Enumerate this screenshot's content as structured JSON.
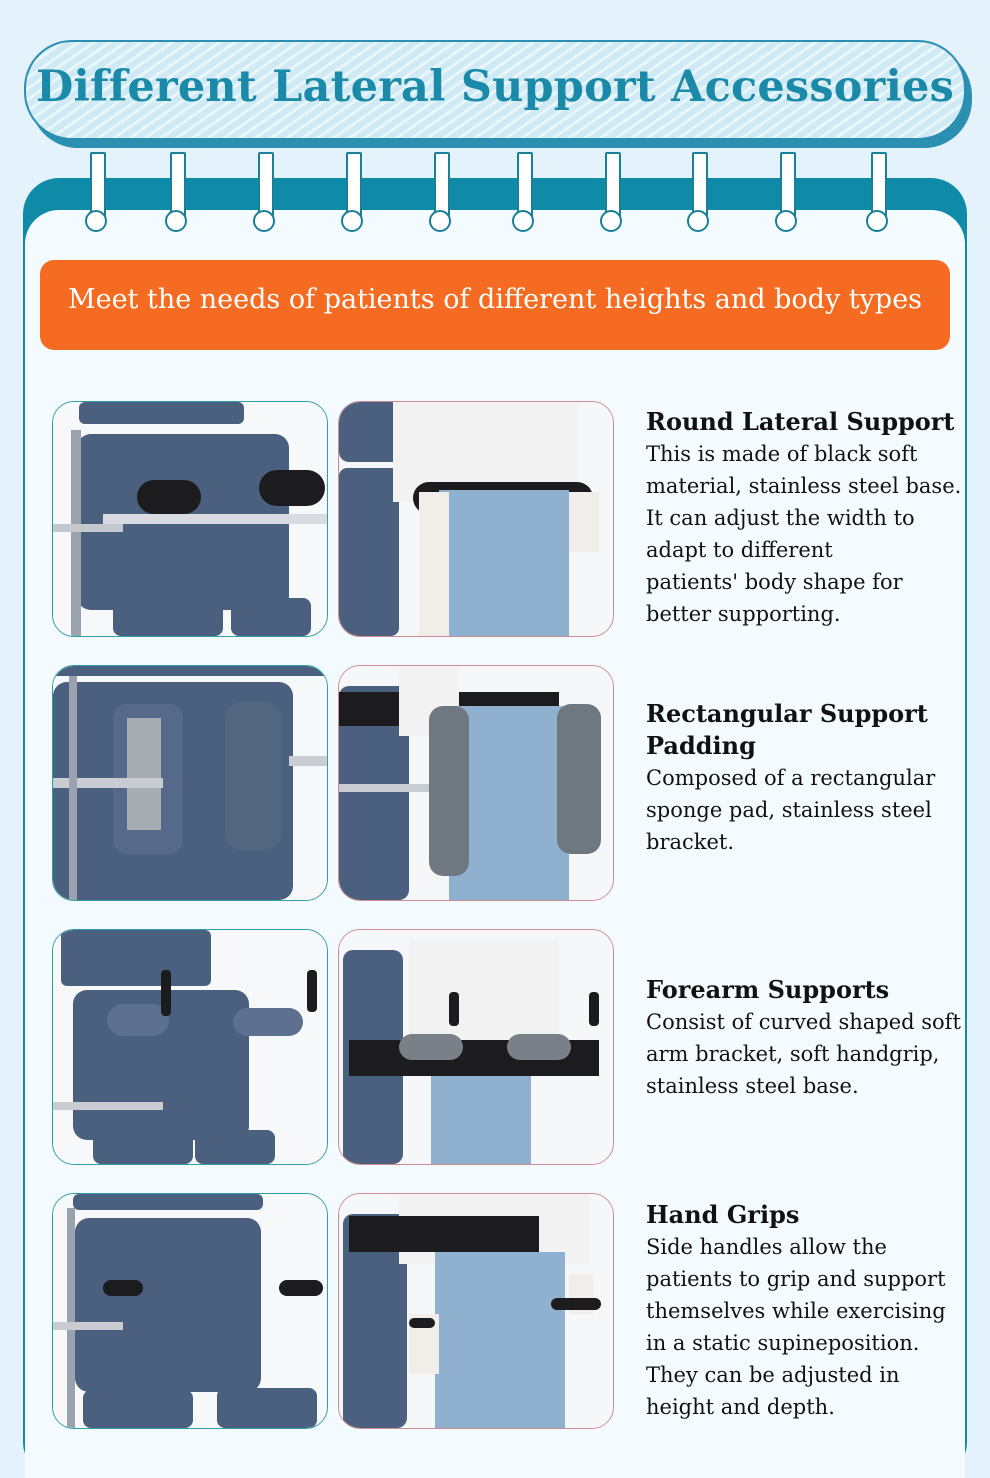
{
  "header": {
    "title": "Different Lateral Support Accessories"
  },
  "banner": {
    "text": "Meet the needs of patients of different heights and body types"
  },
  "colors": {
    "title": "#1b8aa8",
    "card_frame": "#0f8ba8",
    "banner": "#f56b21",
    "chair_upholstery": "#4b5f7e",
    "jeans": "#8fb0cf"
  },
  "sections": [
    {
      "title": "Round Lateral Support",
      "description": "This is made of black soft\nmaterial, stainless steel base.\nIt can adjust the width to\nadapt to different\npatients' body shape for\nbetter supporting."
    },
    {
      "title": "Rectangular Support\nPadding",
      "description": "Composed of a rectangular\nsponge pad, stainless steel\nbracket."
    },
    {
      "title": "Forearm Supports",
      "description": "Consist of curved shaped soft\narm bracket, soft handgrip,\nstainless steel base."
    },
    {
      "title": "Hand Grips",
      "description": "Side handles allow the\npatients to grip and support\nthemselves while exercising\nin a static supineposition.\nThey can be adjusted in\nheight and depth."
    }
  ]
}
